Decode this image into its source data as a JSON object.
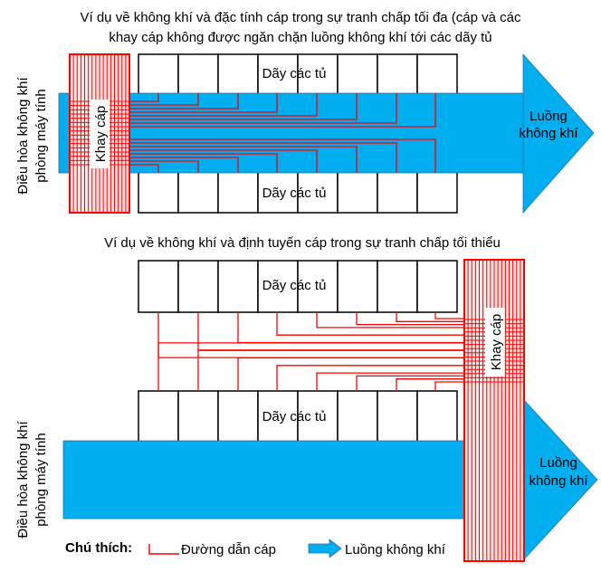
{
  "top": {
    "title_line1": "Ví dụ về không khí và đặc tính cáp trong sự tranh chấp tối đa (cáp và các",
    "title_line2": "khay cáp không được ngăn chặn luồng không khí tới các dãy tủ",
    "ac_label_line1": "Điều hòa không khí",
    "ac_label_line2": "phòng máy tính",
    "tray_label": "Khay cáp",
    "rack_row_top": "Dãy các tủ",
    "rack_row_bottom": "Dãy các tủ",
    "airflow_line1": "Luồng",
    "airflow_line2": "không khí"
  },
  "bottom": {
    "title": "Ví dụ về không khí và định tuyến cáp trong sự tranh chấp tối thiểu",
    "ac_label_line1": "Điều hòa không khí",
    "ac_label_line2": "phòng máy tính",
    "tray_label": "Khay cáp",
    "rack_row_top": "Dãy các tủ",
    "rack_row_bottom": "Dãy các tủ",
    "airflow_line1": "Luồng",
    "airflow_line2": "không khí"
  },
  "legend": {
    "title": "Chú thích:",
    "cable_label": "Đường dẫn cáp",
    "airflow_label": "Luồng không khí"
  },
  "colors": {
    "air": "#00adef",
    "cable": "#ff0000",
    "tray_fill": "#ffd9d9"
  }
}
